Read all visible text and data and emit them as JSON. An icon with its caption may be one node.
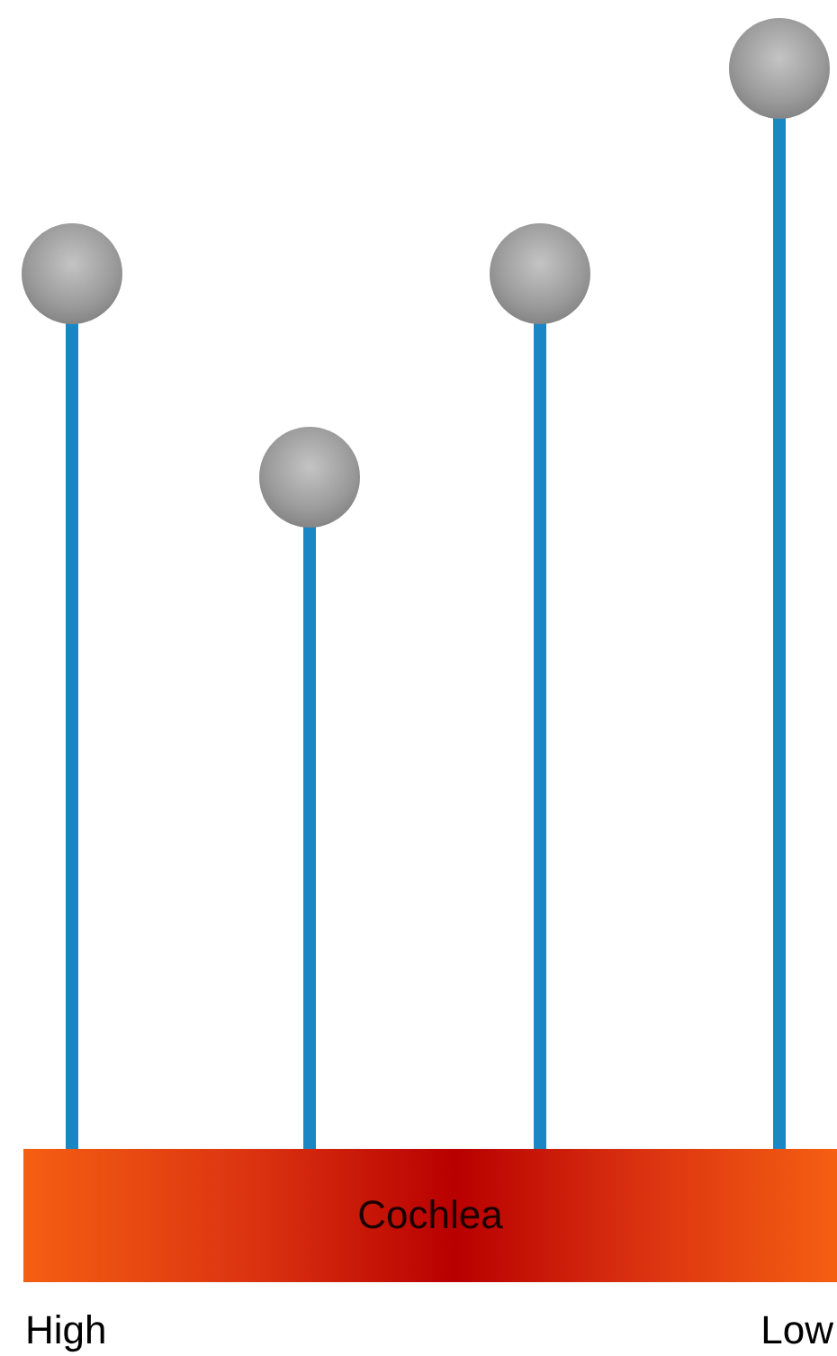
{
  "diagram": {
    "nodes": [
      {
        "text": [
          "Cochlea"
        ]
      },
      {
        "text": [],
        "shape": "circle"
      },
      {
        "text": [],
        "shape": "circle"
      },
      {
        "text": [],
        "shape": "circle"
      },
      {
        "text": [],
        "shape": "circle"
      }
    ],
    "edges": [
      {
        "from": 1,
        "to": 0,
        "arrow": "none"
      },
      {
        "from": 2,
        "to": 0,
        "arrow": "none"
      },
      {
        "from": 3,
        "to": 0,
        "arrow": "none"
      },
      {
        "from": 4,
        "to": 0,
        "arrow": "none"
      }
    ],
    "labels": [
      "High",
      "Low"
    ]
  }
}
